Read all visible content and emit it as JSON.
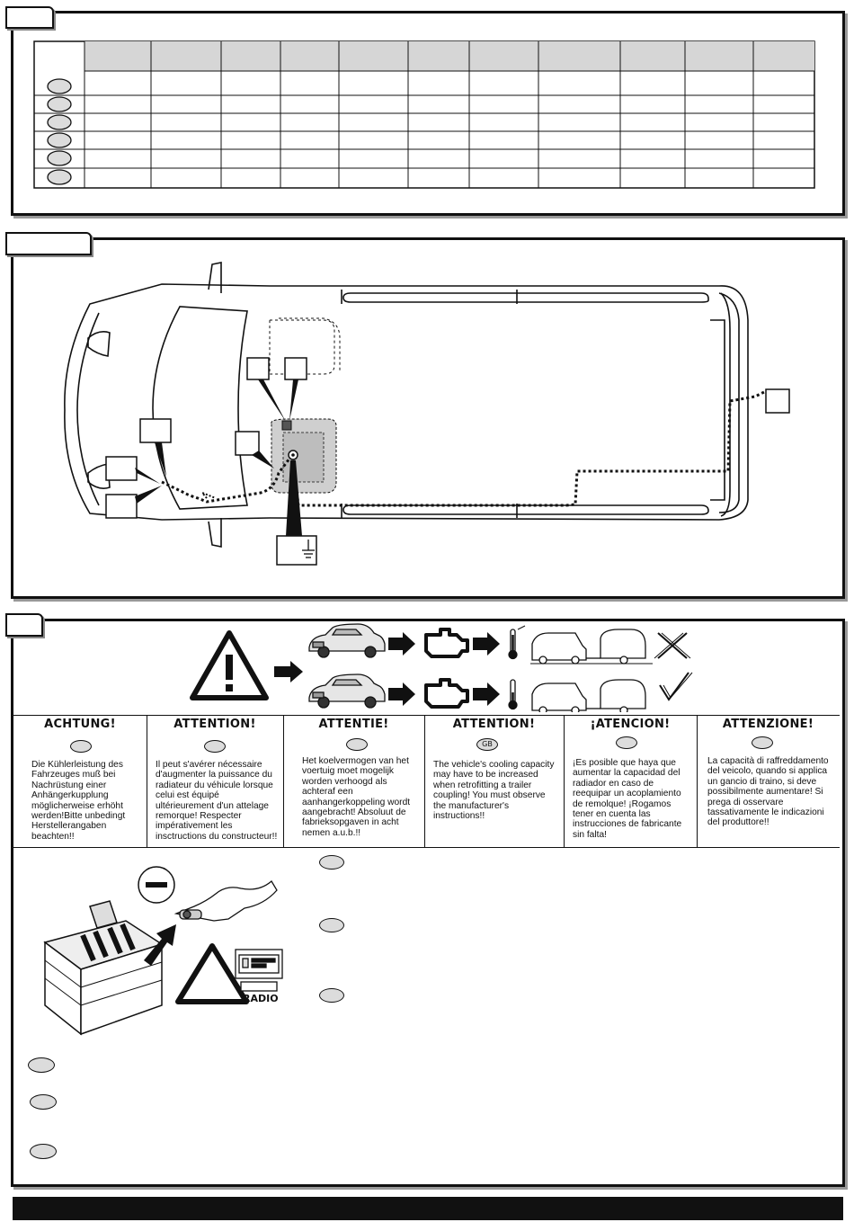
{
  "sections": {
    "top": {
      "tab": ""
    },
    "wiring": {
      "tab": ""
    },
    "cooling": {
      "tab": ""
    }
  },
  "table": {
    "columns": 11,
    "rows": 6
  },
  "warning_row": [
    {
      "lang": "de",
      "heading": "ACHTUNG!",
      "badge": "",
      "text": "Die Kühlerleistung des Fahrzeuges muß bei Nachrüstung einer Anhängerkupplung möglicherweise erhöht werden!Bitte unbedingt Herstellerangaben beachten!!"
    },
    {
      "lang": "fr",
      "heading": "ATTENTION!",
      "badge": "",
      "text": "Il peut s'avérer nécessaire d'augmenter la puissance du radiateur du véhicule lorsque celui est équipé ultérieurement d'un attelage remorque! Respecter impérativement les insctructions du constructeur!!"
    },
    {
      "lang": "nl",
      "heading": "ATTENTIE!",
      "badge": "",
      "text": "Het koelvermogen van het voertuig moet mogelijk worden verhoogd als achteraf een aanhangerkoppeling wordt aangebracht! Absoluut de fabrieksopgaven in acht nemen a.u.b.!!"
    },
    {
      "lang": "gb",
      "heading": "ATTENTION!",
      "badge": "GB",
      "text": "The vehicle's cooling capacity may have to be increased when retrofitting a trailer coupling! You must observe the manufacturer's instructions!!"
    },
    {
      "lang": "es",
      "heading": "¡ATENCION!",
      "badge": "",
      "text": "¡Es posible que haya que aumentar la capacidad del radiador en caso de reequipar un acoplamiento de remolque! ¡Rogamos tener en cuenta las instrucciones de fabricante sin falta!"
    },
    {
      "lang": "it",
      "heading": "ATTENZIONE!",
      "badge": "",
      "text": "La capacità di raffreddamento del veicolo, quando si applica un gancio di traino, si deve possibilmente aumentare! Si prega di osservare tassativamente le indicazioni del produttore!!"
    }
  ],
  "battery": {
    "radio_label": "RADIO"
  },
  "icons": {
    "warning": "warning-triangle-icon",
    "engine": "engine-icon",
    "thermometer": "thermometer-icon",
    "ground": "ground-icon",
    "minus": "minus-terminal-icon"
  },
  "colors": {
    "ink": "#111111",
    "badge_fill": "#dcdcdc",
    "shade": "#c8c8c8"
  }
}
